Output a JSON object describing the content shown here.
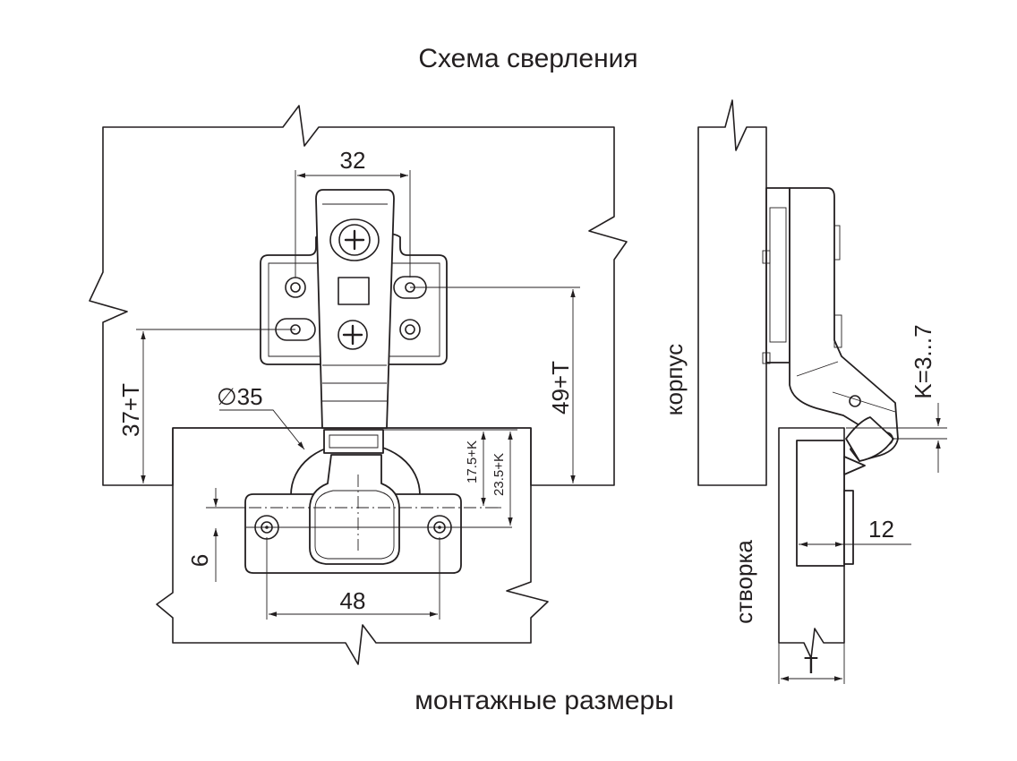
{
  "title": "Схема сверления",
  "caption": "монтажные размеры",
  "labels": {
    "side_body": "корпус",
    "side_door": "створка"
  },
  "dimensions": {
    "d32": "32",
    "d48": "48",
    "d6": "6",
    "d37t": "37+T",
    "d49t": "49+T",
    "dia35": "∅35",
    "d17k": "17.5+K",
    "d23k": "23.5+K",
    "k_range": "K=3...7",
    "d12": "12",
    "dT": "T"
  }
}
